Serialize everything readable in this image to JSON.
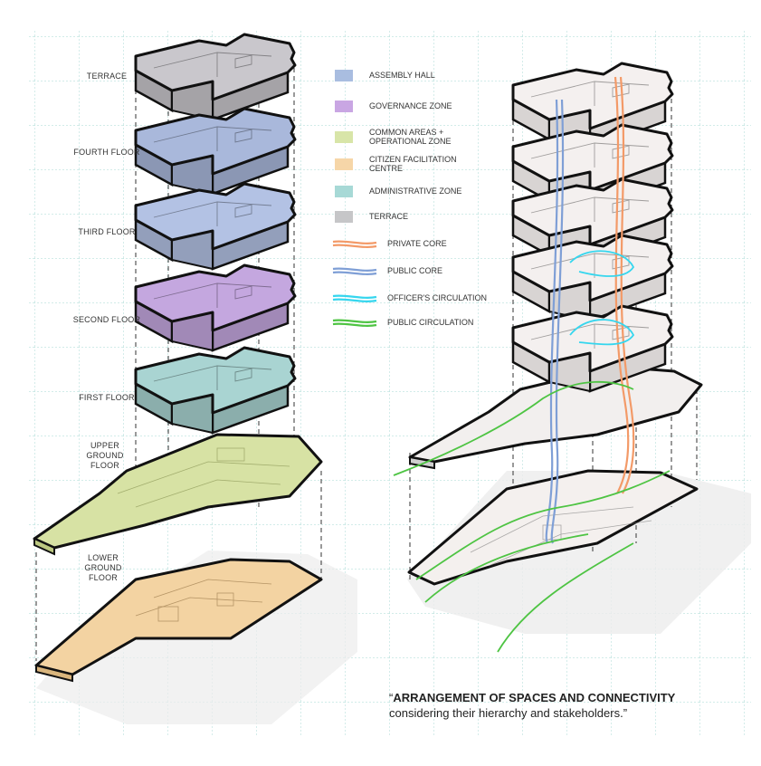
{
  "floors_left": [
    {
      "key": "terrace",
      "label": "TERRACE",
      "color": "#c9c7cc"
    },
    {
      "key": "fourth",
      "label": "FOURTH FLOOR",
      "color": "#a9b8db"
    },
    {
      "key": "third",
      "label": "THIRD FLOOR",
      "color": "#b3c2e4"
    },
    {
      "key": "second",
      "label": "SECOND FLOOR",
      "color": "#c4a7df"
    },
    {
      "key": "first",
      "label": "FIRST FLOOR",
      "color": "#a9d4d2"
    },
    {
      "key": "upper",
      "label": "UPPER GROUND FLOOR",
      "color": "#d7e2a4"
    },
    {
      "key": "lower",
      "label": "LOWER GROUND FLOOR",
      "color": "#f3d3a2"
    }
  ],
  "legend": [
    {
      "label": "ASSEMBLY HALL",
      "color": "#a9bde0",
      "kind": "swatch"
    },
    {
      "label": "GOVERNANCE ZONE",
      "color": "#c9a6e3",
      "kind": "swatch"
    },
    {
      "label": "COMMON AREAS + OPERATIONAL ZONE",
      "color": "#d8e5a8",
      "kind": "swatch"
    },
    {
      "label": "CITIZEN FACILITATION CENTRE",
      "color": "#f6d6a8",
      "kind": "swatch"
    },
    {
      "label": "ADMINISTRATIVE ZONE",
      "color": "#a7d9d6",
      "kind": "swatch"
    },
    {
      "label": "TERRACE",
      "color": "#c6c6c8",
      "kind": "swatch"
    },
    {
      "label": "PRIVATE CORE",
      "color": "#f39a68",
      "kind": "line"
    },
    {
      "label": "PUBLIC CORE",
      "color": "#7f9fd6",
      "kind": "line"
    },
    {
      "label": "OFFICER'S CIRCULATION",
      "color": "#35d6ee",
      "kind": "line"
    },
    {
      "label": "PUBLIC CIRCULATION",
      "color": "#4ec443",
      "kind": "line"
    }
  ],
  "caption": {
    "bold": "ARRANGEMENT OF SPACES AND CONNECTIVITY",
    "rest": "considering their hierarchy and stakeholders.",
    "open_quote": "“",
    "close_quote": "”"
  },
  "colors": {
    "grid": "#b8e0dc",
    "outline": "#111111",
    "site": "#e8e8e8"
  }
}
